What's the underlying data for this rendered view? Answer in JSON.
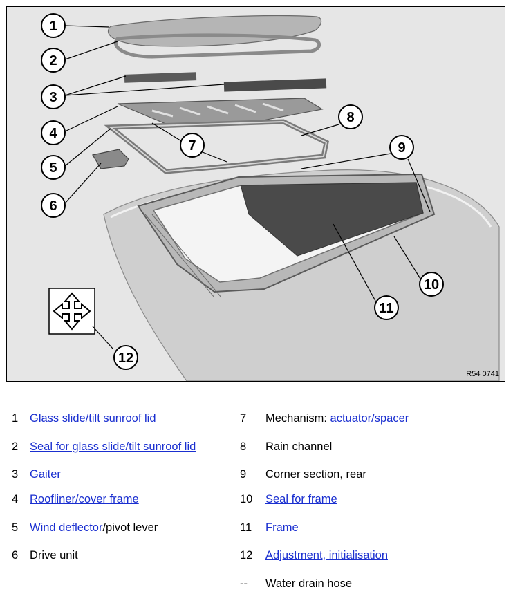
{
  "diagram": {
    "reference_code": "R54 0741",
    "callouts": [
      "1",
      "2",
      "3",
      "4",
      "5",
      "6",
      "7",
      "8",
      "9",
      "10",
      "11",
      "12"
    ],
    "adjust_icon": "four-way-arrow-icon"
  },
  "legend": {
    "left": [
      {
        "num": "1",
        "prefix": "",
        "link": "Glass slide/tilt sunroof lid",
        "suffix": ""
      },
      {
        "num": "2",
        "prefix": "",
        "link": "Seal for glass slide/tilt sunroof lid",
        "suffix": ""
      },
      {
        "num": "3",
        "prefix": "",
        "link": "Gaiter",
        "suffix": ""
      },
      {
        "num": "4",
        "prefix": "",
        "link": "Roofliner/cover frame",
        "suffix": ""
      },
      {
        "num": "5",
        "prefix": "",
        "link": "Wind deflector",
        "suffix": "/pivot lever"
      },
      {
        "num": "6",
        "prefix": "Drive unit",
        "link": "",
        "suffix": ""
      }
    ],
    "right": [
      {
        "num": "7",
        "prefix": "Mechanism: ",
        "link": "actuator/spacer",
        "suffix": ""
      },
      {
        "num": "8",
        "prefix": "Rain channel",
        "link": "",
        "suffix": ""
      },
      {
        "num": "9",
        "prefix": "Corner section, rear",
        "link": "",
        "suffix": ""
      },
      {
        "num": "10",
        "prefix": "",
        "link": "Seal for frame",
        "suffix": ""
      },
      {
        "num": "11",
        "prefix": "",
        "link": "Frame",
        "suffix": ""
      },
      {
        "num": "12",
        "prefix": "",
        "link": "Adjustment, initialisation",
        "suffix": ""
      },
      {
        "num": "--",
        "prefix": "Water drain hose",
        "link": "",
        "suffix": ""
      }
    ]
  },
  "colors": {
    "link": "#1a2fd0",
    "diagram_bg": "#e6e6e6"
  }
}
